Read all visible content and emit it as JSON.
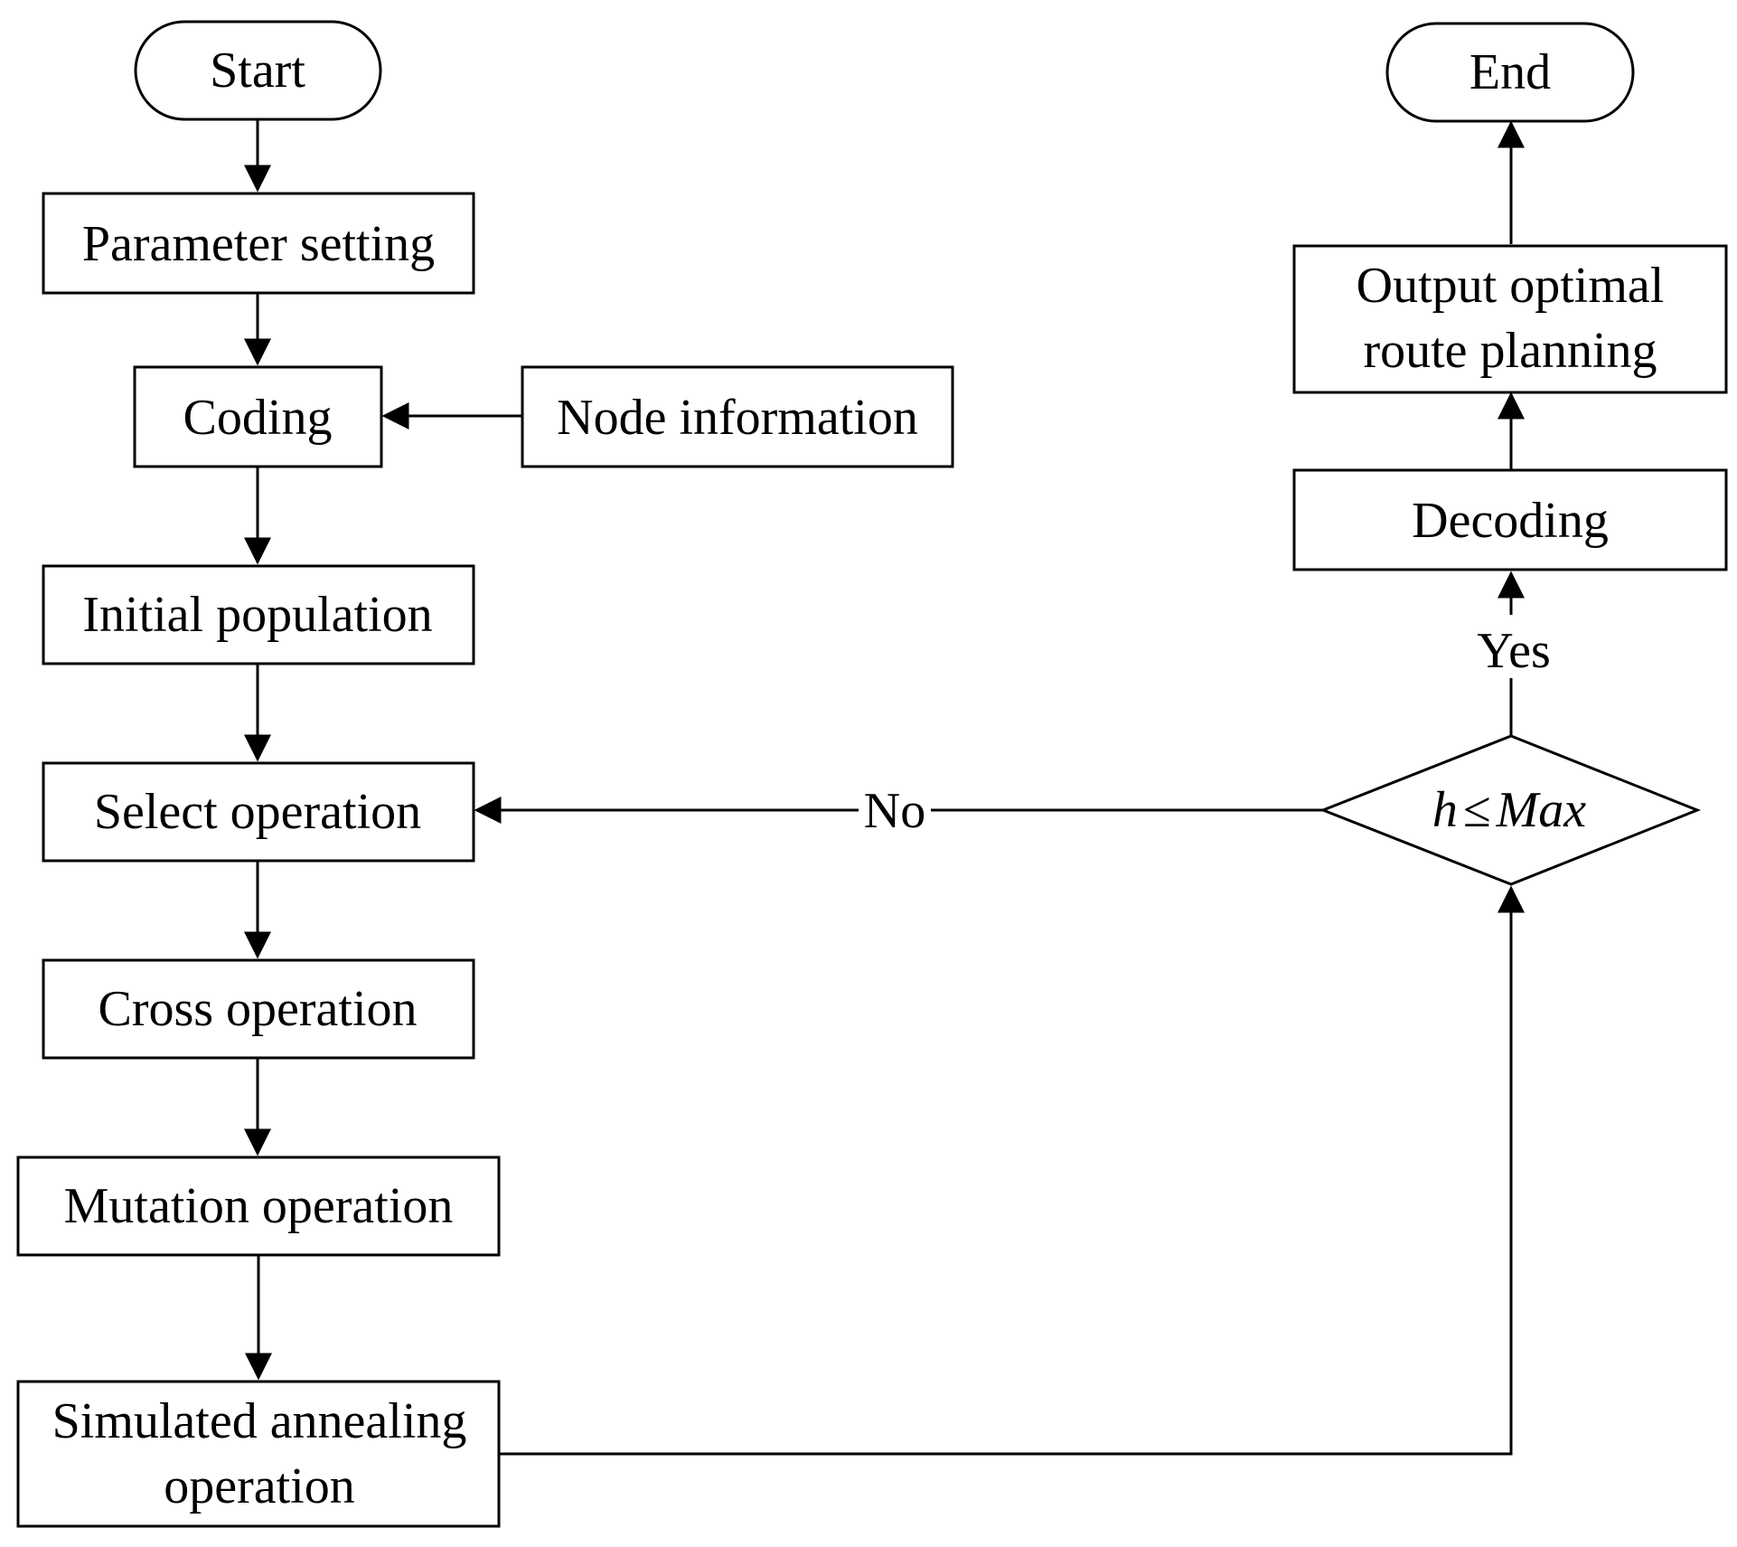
{
  "nodes": {
    "start": {
      "label": "Start"
    },
    "parameter_setting": {
      "label": "Parameter setting"
    },
    "coding": {
      "label": "Coding"
    },
    "node_information": {
      "label": "Node information"
    },
    "initial_population": {
      "label": "Initial population"
    },
    "select_operation": {
      "label": "Select operation"
    },
    "cross_operation": {
      "label": "Cross operation"
    },
    "mutation_operation": {
      "label": "Mutation operation"
    },
    "simulated_annealing": {
      "line1": "Simulated annealing",
      "line2": "operation"
    },
    "condition": {
      "var": "h",
      "op": "≤",
      "bound": "Max"
    },
    "decoding": {
      "label": "Decoding"
    },
    "output": {
      "line1": "Output optimal",
      "line2": "route planning"
    },
    "end": {
      "label": "End"
    }
  },
  "edges": {
    "no_label": "No",
    "yes_label": "Yes"
  },
  "colors": {
    "stroke": "#000000",
    "fill": "#ffffff"
  }
}
